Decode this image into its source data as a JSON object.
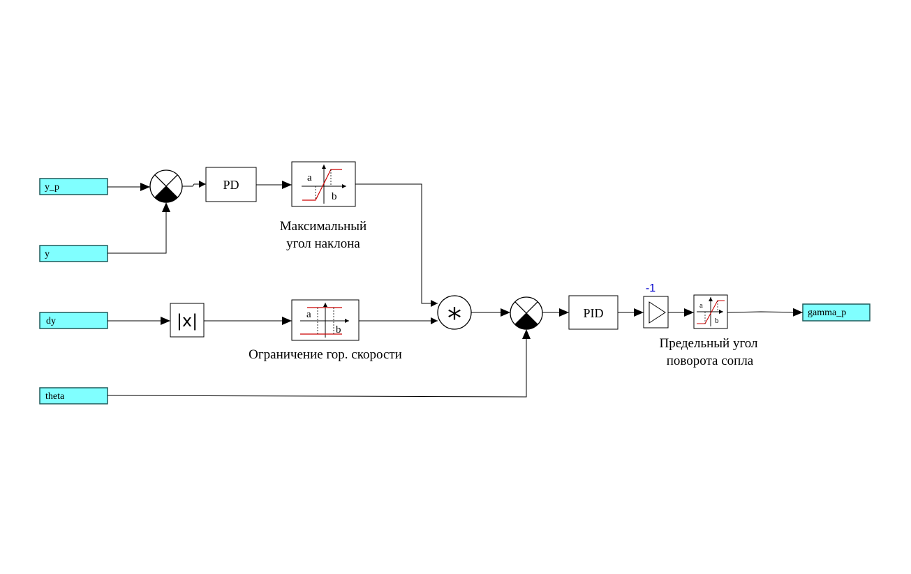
{
  "colors": {
    "port_fill": "#80ffff",
    "port_stroke": "#1e5a5a",
    "line": "#000000",
    "sat_red": "#cc0000",
    "gain_label": "#0000cc"
  },
  "ports": {
    "y_p": "y_p",
    "y": "y",
    "dy": "dy",
    "theta": "theta",
    "gamma_p": "gamma_p"
  },
  "blocks": {
    "pd": "PD",
    "pid": "PID",
    "abs": "|x|",
    "product": "*",
    "gain_value": "-1",
    "sat_a": "a",
    "sat_b": "b"
  },
  "captions": {
    "max_tilt_line1": "Максимальный",
    "max_tilt_line2": "угол наклона",
    "speed_limit": "Ограничение гор. скорости",
    "nozzle_line1": "Предельный угол",
    "nozzle_line2": "поворота сопла"
  }
}
